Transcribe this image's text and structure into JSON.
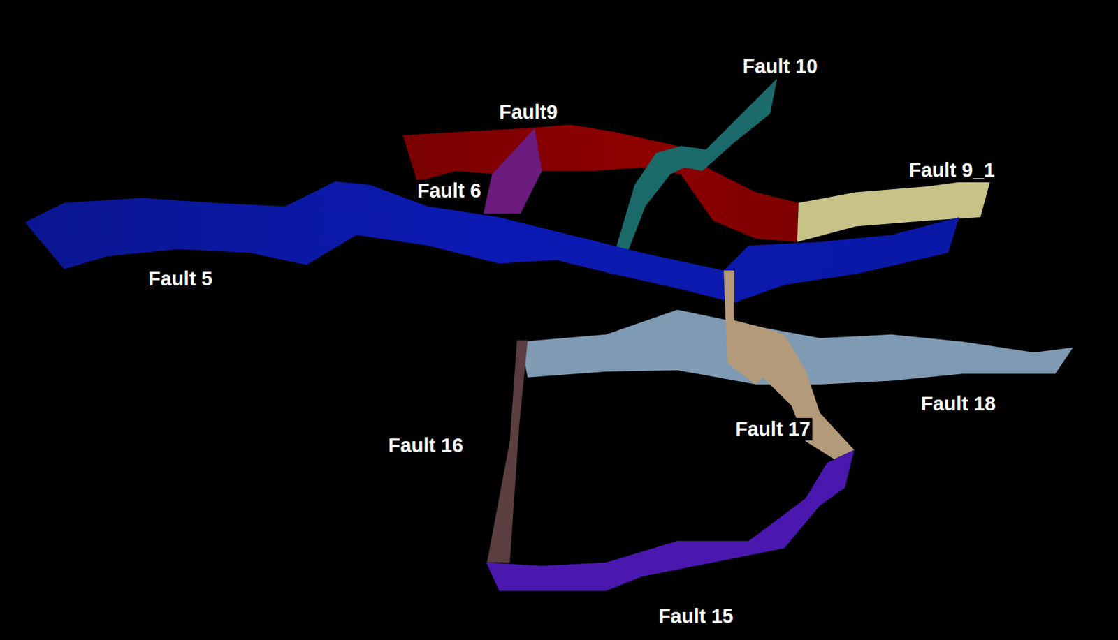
{
  "diagram": {
    "labels": [
      "Fault 10",
      "Fault9",
      "Fault 6",
      "Fault 9_1",
      "Fault 5",
      "Fault 18",
      "Fault 17",
      "Fault 16",
      "Fault 15"
    ]
  }
}
